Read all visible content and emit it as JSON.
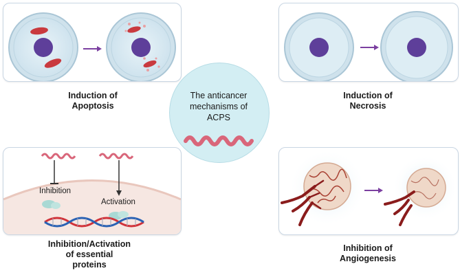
{
  "center": {
    "line1": "The anticancer",
    "line2": "mechanisms of",
    "line3": "ACPS"
  },
  "apoptosis": {
    "line1": "Induction of",
    "line2": "Apoptosis"
  },
  "necrosis": {
    "line1": "Induction of",
    "line2": "Necrosis"
  },
  "proteins": {
    "line1": "Inhibition/Activation",
    "line2": "of essential",
    "line3": "proteins",
    "inhibition_label": "Inhibition",
    "activation_label": "Activation"
  },
  "angiogenesis": {
    "line1": "Inhibition of",
    "line2": "Angiogenesis"
  },
  "colors": {
    "arrow": "#7b3fa0",
    "nucleus": "#5e3f9a",
    "cell_fill": "#dcedf4",
    "cell_rim": "#b8d3e0",
    "peptide": "#d9667a",
    "center_fill": "#d3eef3"
  }
}
